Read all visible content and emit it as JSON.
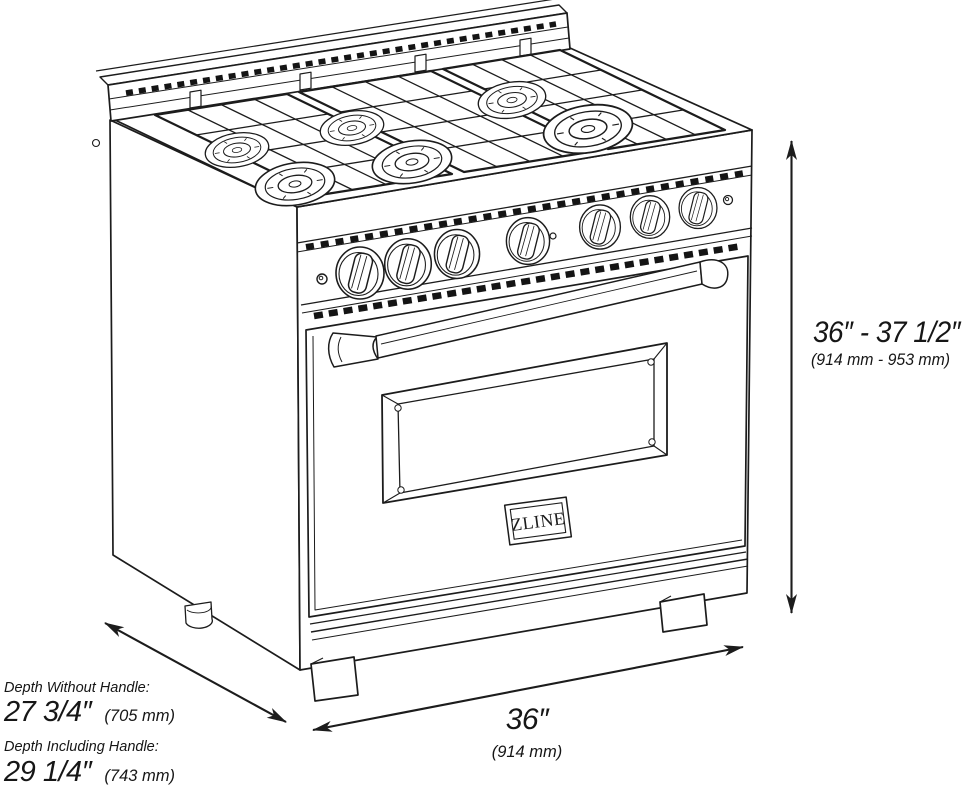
{
  "page": {
    "background": "#ffffff"
  },
  "drawing": {
    "subject": "ZLINE 6-burner gas range isometric technical illustration",
    "badge_text": "ZLINE"
  },
  "dimensions": {
    "height": {
      "imperial": "36″ - 37 1/2″",
      "metric": "(914 mm - 953 mm)"
    },
    "width": {
      "imperial": "36″",
      "metric": "(914 mm)"
    },
    "depth_without_handle": {
      "label": "Depth Without Handle:",
      "imperial": "27 3/4″",
      "metric": "(705 mm)"
    },
    "depth_including_handle": {
      "label": "Depth Including Handle:",
      "imperial": "29 1/4″",
      "metric": "(743 mm)"
    }
  },
  "colors": {
    "line": "#1c1c1c",
    "background": "#ffffff"
  }
}
